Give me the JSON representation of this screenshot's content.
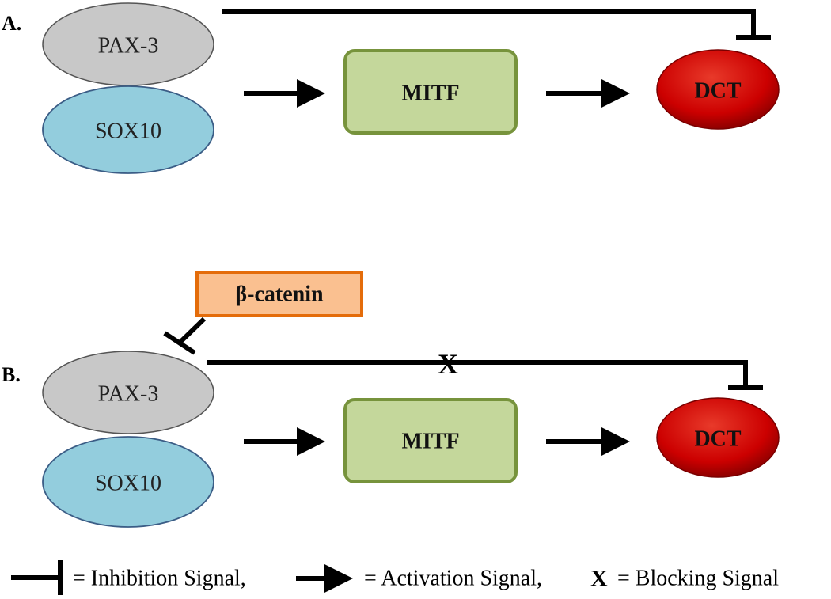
{
  "panel_a": {
    "label": "A.",
    "pax3": "PAX-3",
    "sox10": "SOX10",
    "mitf": "MITF",
    "dct": "DCT"
  },
  "panel_b": {
    "label": "B.",
    "beta_catenin": "β-catenin",
    "block_mark": "X",
    "pax3": "PAX-3",
    "sox10": "SOX10",
    "mitf": "MITF",
    "dct": "DCT"
  },
  "legend": {
    "inhibition_text": "=  Inhibition Signal,",
    "activation_text": "=  Activation Signal,",
    "blocking_symbol": "X",
    "blocking_text": "=  Blocking Signal"
  },
  "colors": {
    "pax3_fill": "#c8c8c8",
    "sox10_fill": "#93cddd",
    "mitf_fill": "#c4d79b",
    "mitf_stroke": "#77933c",
    "dct_fill": "#cc0000",
    "beta_catenin_fill": "#fac090",
    "beta_catenin_stroke": "#e46c0a"
  }
}
